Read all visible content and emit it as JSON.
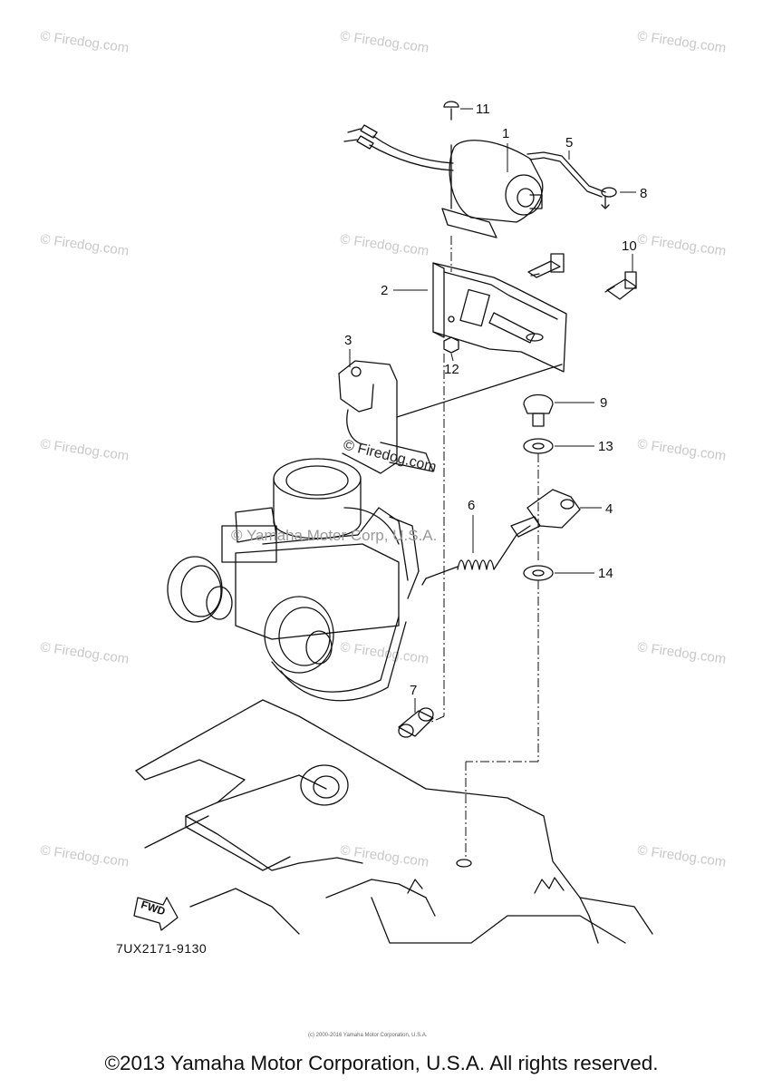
{
  "watermark_text": "© Firedog.com",
  "overlay_text": "© Yamaha Motor Corp, U.S.A.",
  "callouts": [
    "1",
    "2",
    "3",
    "4",
    "5",
    "6",
    "7",
    "8",
    "9",
    "10",
    "11",
    "12",
    "13",
    "14"
  ],
  "fwd_label": "FWD",
  "part_code": "7UX2171-9130",
  "mini_copyright": "(c) 2000-2016 Yamaha Motor Corporation, U.S.A.",
  "copyright": "©2013 Yamaha Motor Corporation, U.S.A. All rights reserved."
}
